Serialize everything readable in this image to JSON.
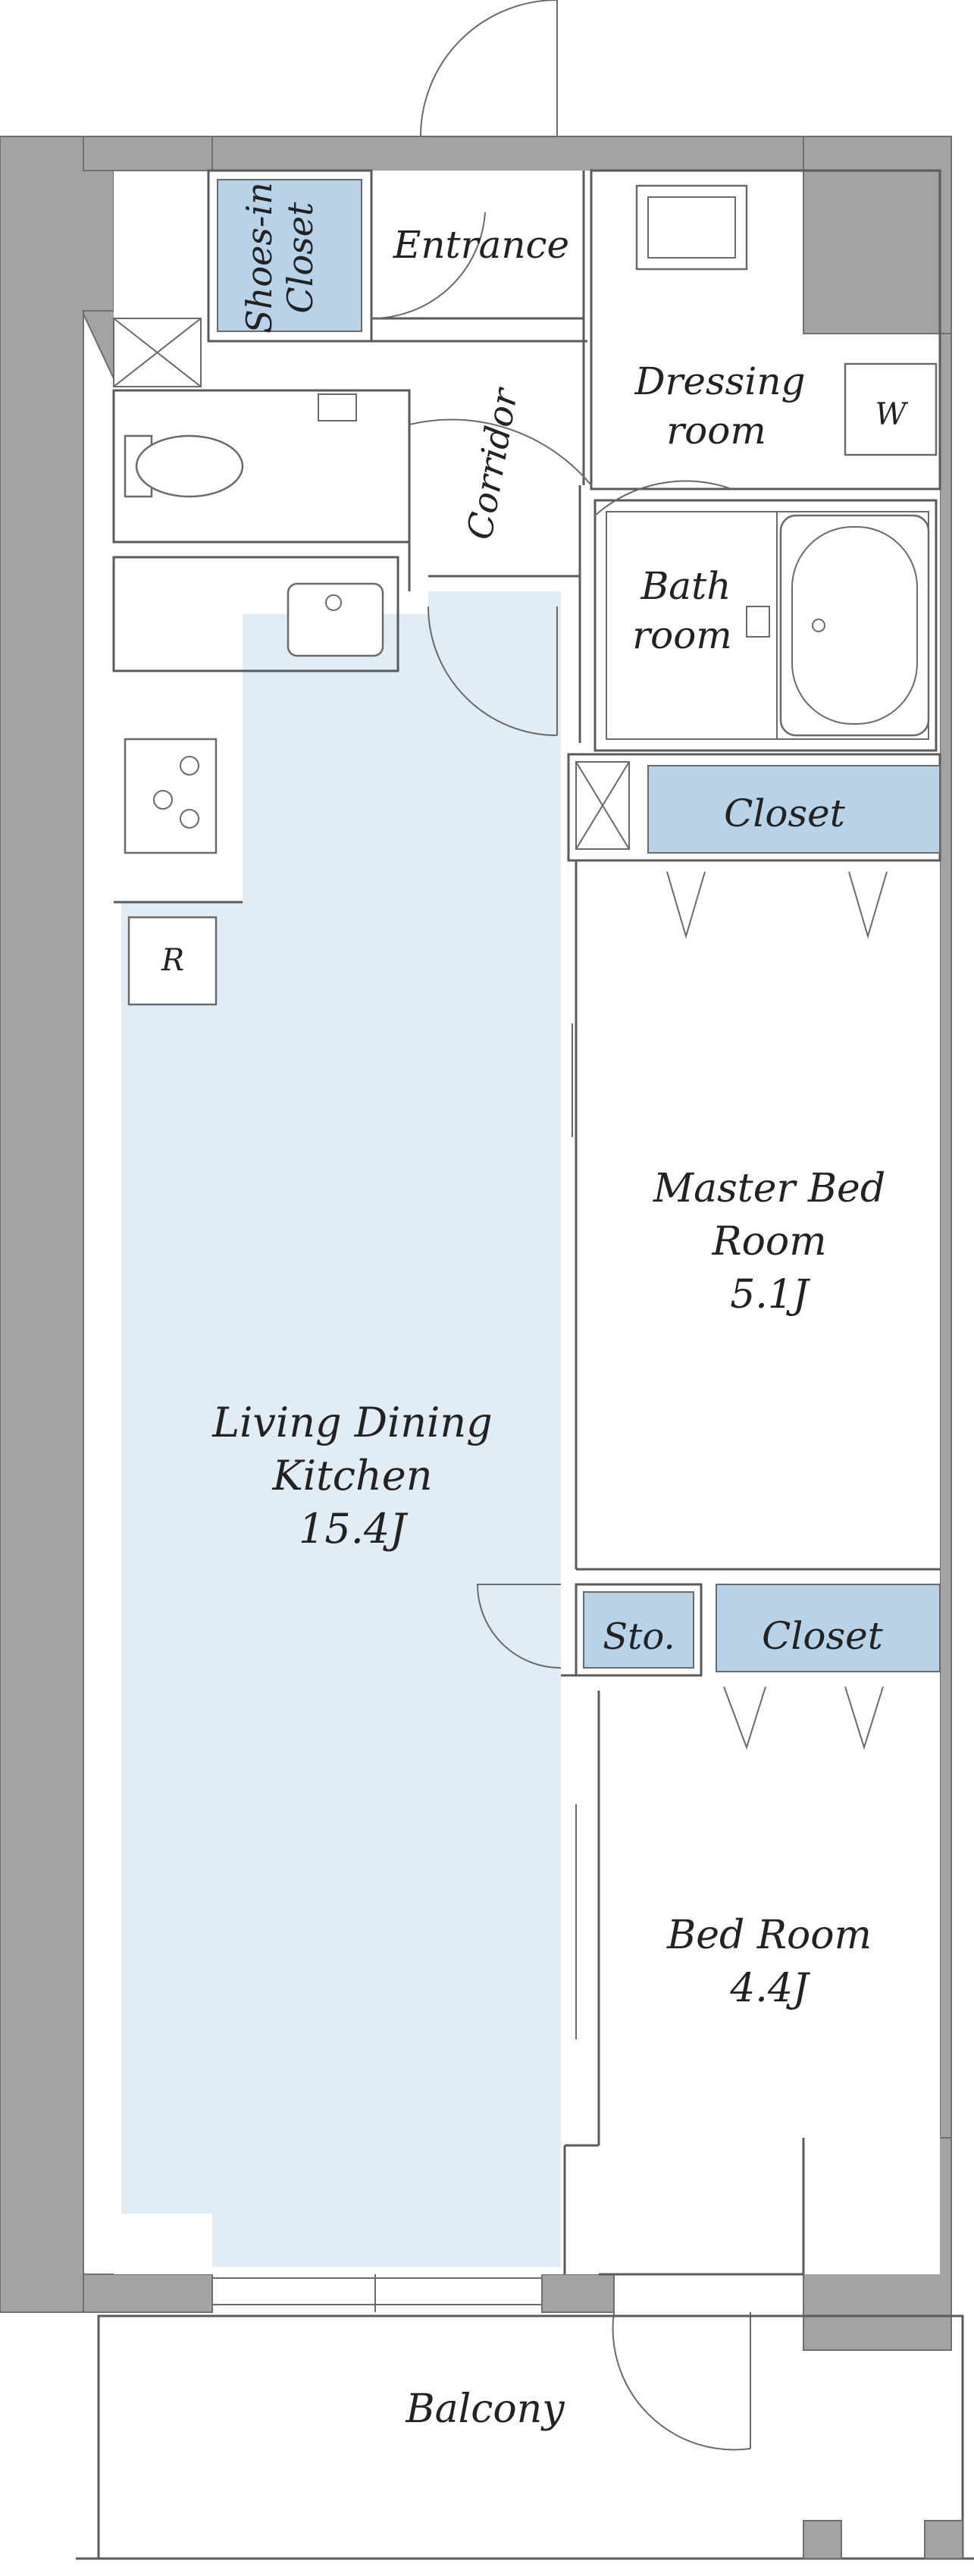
{
  "rooms": {
    "shoes_in_closet": {
      "line1": "Shoes-in",
      "line2": "Closet"
    },
    "entrance": "Entrance",
    "corridor": "Corridor",
    "dressing_room": {
      "line1": "Dressing",
      "line2": "room"
    },
    "bath_room": {
      "line1": "Bath",
      "line2": "room"
    },
    "closet_master": "Closet",
    "master_bed_room": {
      "line1": "Master Bed",
      "line2": "Room",
      "size": "5.1J"
    },
    "ldk": {
      "line1": "Living Dining",
      "line2": "Kitchen",
      "size": "15.4J"
    },
    "storage": "Sto.",
    "closet_bed": "Closet",
    "bed_room": {
      "line1": "Bed Room",
      "size": "4.4J"
    },
    "balcony": "Balcony"
  },
  "fixtures": {
    "washer_mark": "W",
    "refrigerator_mark": "R"
  },
  "colors": {
    "wall": "#a3a3a3",
    "ldk_floor": "#e1ecf5",
    "closet": "#b8d2e8"
  }
}
